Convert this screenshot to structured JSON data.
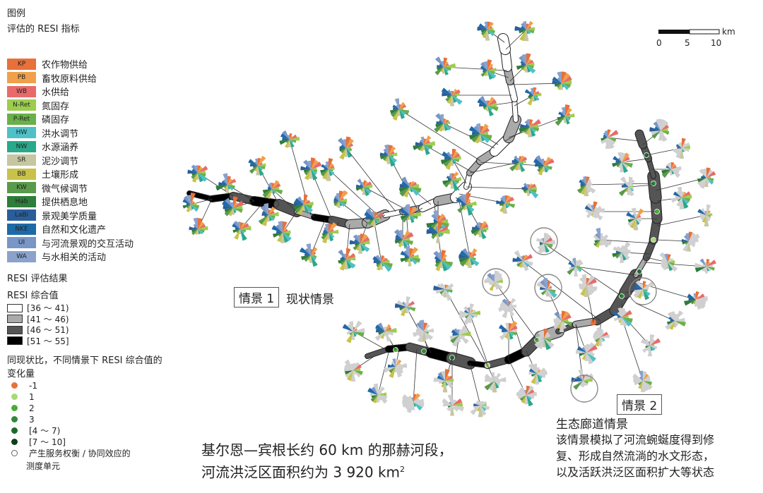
{
  "legend": {
    "title": "图例",
    "subtitle": "评估的 RESI 指标",
    "indicators": [
      {
        "code": "KP",
        "label": "农作物供给",
        "color": "#e8703a"
      },
      {
        "code": "PB",
        "label": "畜牧原料供给",
        "color": "#f0a04a"
      },
      {
        "code": "WB",
        "label": "水供给",
        "color": "#e96a6a"
      },
      {
        "code": "N-Ret",
        "label": "氮固存",
        "color": "#9ccd4e"
      },
      {
        "code": "P-Ret",
        "label": "磷固存",
        "color": "#6ab04a"
      },
      {
        "code": "HW",
        "label": "洪水调节",
        "color": "#4ec0c8"
      },
      {
        "code": "NW",
        "label": "水源涵养",
        "color": "#2aa88a"
      },
      {
        "code": "SR",
        "label": "泥沙调节",
        "color": "#c6c6a2"
      },
      {
        "code": "BB",
        "label": "土壤形成",
        "color": "#c8c24a"
      },
      {
        "code": "KW",
        "label": "微气候调节",
        "color": "#5a9a4a"
      },
      {
        "code": "Hab",
        "label": "提供栖息地",
        "color": "#2e7d3a"
      },
      {
        "code": "LaBi",
        "label": "景观美学质量",
        "color": "#2a5e9a"
      },
      {
        "code": "NKE",
        "label": "自然和文化遗产",
        "color": "#1e6aa8"
      },
      {
        "code": "UI",
        "label": "与河流景观的交互活动",
        "color": "#7896c6"
      },
      {
        "code": "WA",
        "label": "与水相关的活动",
        "color": "#8aa2cc"
      }
    ],
    "resi_result_title": "RESI 评估结果",
    "resi_total_title": "RESI 综合值",
    "resi_classes": [
      {
        "label": "[36 ～ 41)",
        "color": "#ffffff"
      },
      {
        "label": "[41 ～ 46)",
        "color": "#aaaaaa"
      },
      {
        "label": "[46 ～ 51)",
        "color": "#555555"
      },
      {
        "label": "[51 ～ 55]",
        "color": "#000000"
      }
    ],
    "change_title_1": "同现状比，不同情景下 RESI 综合值的",
    "change_title_2": "变化量",
    "changes": [
      {
        "label": "-1",
        "color": "#e8703a"
      },
      {
        "label": "1",
        "color": "#a8d87a"
      },
      {
        "label": "2",
        "color": "#4caa3c"
      },
      {
        "label": "3",
        "color": "#2e8a36"
      },
      {
        "label": "[4 ～ 7)",
        "color": "#1e6a2e"
      },
      {
        "label": "[7 ～ 10]",
        "color": "#0e3e1a"
      }
    ],
    "tradeoff_1": "产生服务权衡 / 协同效应的",
    "tradeoff_2": "测度单元"
  },
  "scale": {
    "unit": "km",
    "ticks": [
      "0",
      "5",
      "10"
    ]
  },
  "scenario1": {
    "tag": "情景 1",
    "name": "现状情景"
  },
  "scenario2": {
    "tag": "情景 2",
    "name": "生态廊道情景",
    "desc": [
      "该情景模拟了河流蜿蜒度得到修",
      "复、形成自然流淌的水文形态，",
      "以及活跃洪泛区面积扩大等状态"
    ]
  },
  "caption": {
    "line1": "基尔恩—宾根长约 60 km 的那赫河段，",
    "line2_prefix": "河流洪泛区面积约为 3 920 km",
    "line2_sup": "2"
  }
}
